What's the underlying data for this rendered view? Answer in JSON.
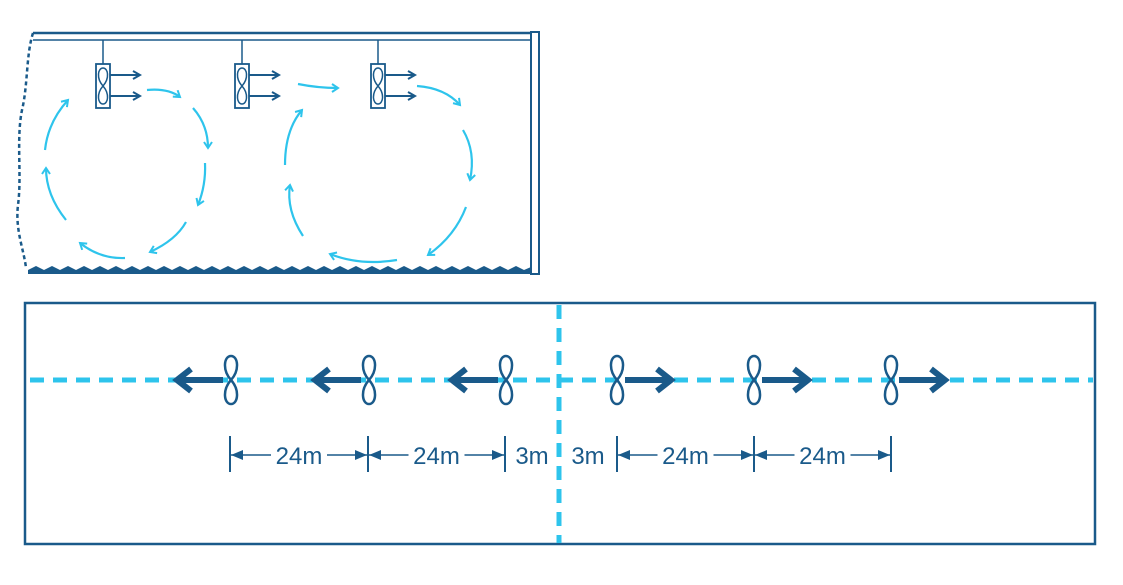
{
  "colors": {
    "structure": "#1a5a8a",
    "airflow": "#2ec4ec",
    "axis": "#2ec4ec",
    "arrow": "#1a5a8a"
  },
  "elevation": {
    "fans": [
      {
        "icon": "fan-icon"
      },
      {
        "icon": "fan-icon"
      },
      {
        "icon": "fan-icon"
      }
    ]
  },
  "plan": {
    "fans_left": [
      {
        "direction": "left"
      },
      {
        "direction": "left"
      },
      {
        "direction": "left"
      }
    ],
    "fans_right": [
      {
        "direction": "right"
      },
      {
        "direction": "right"
      },
      {
        "direction": "right"
      }
    ],
    "dimensions": [
      {
        "label": "24m"
      },
      {
        "label": "24m"
      },
      {
        "label": "3m"
      },
      {
        "label": "3m"
      },
      {
        "label": "24m"
      },
      {
        "label": "24m"
      }
    ]
  }
}
